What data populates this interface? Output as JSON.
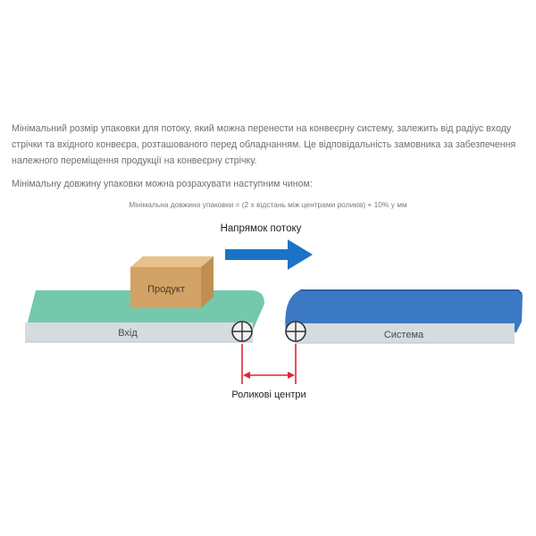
{
  "paragraphs": [
    "Мінімальний розмір упаковки для потоку, який можна перенести на конвеєрну систему, залежить від радіус входу стрічки та вхідного конвеєра, розташованого перед обладнанням. Це відповідальність замовника за забезпечення належного переміщення продукції на конвеєрну стрічку.",
    "Мінімальну довжину упаковки можна розрахувати наступним чином:"
  ],
  "formula": "Мінімальна довжина упаковки = (2 x відстань між центрами роликів) + 10% у мм",
  "diagram": {
    "flow_label": "Напрямок потоку",
    "product_label": "Продукт",
    "input_label": "Вхід",
    "system_label": "Система",
    "roller_centers_label": "Роликові центри"
  },
  "colors": {
    "input_belt_top": "#74c9ad",
    "input_belt_side": "#d6dbe0",
    "system_belt_top": "#3c79c4",
    "system_belt_edge": "#2d62a8",
    "system_belt_side": "#d6dbe0",
    "arrow": "#1b73c5",
    "box_front": "#d3a266",
    "box_top": "#e8c18a",
    "box_side": "#c18e52",
    "dimension_line": "#e0252f",
    "text": "#6f6f6f"
  }
}
